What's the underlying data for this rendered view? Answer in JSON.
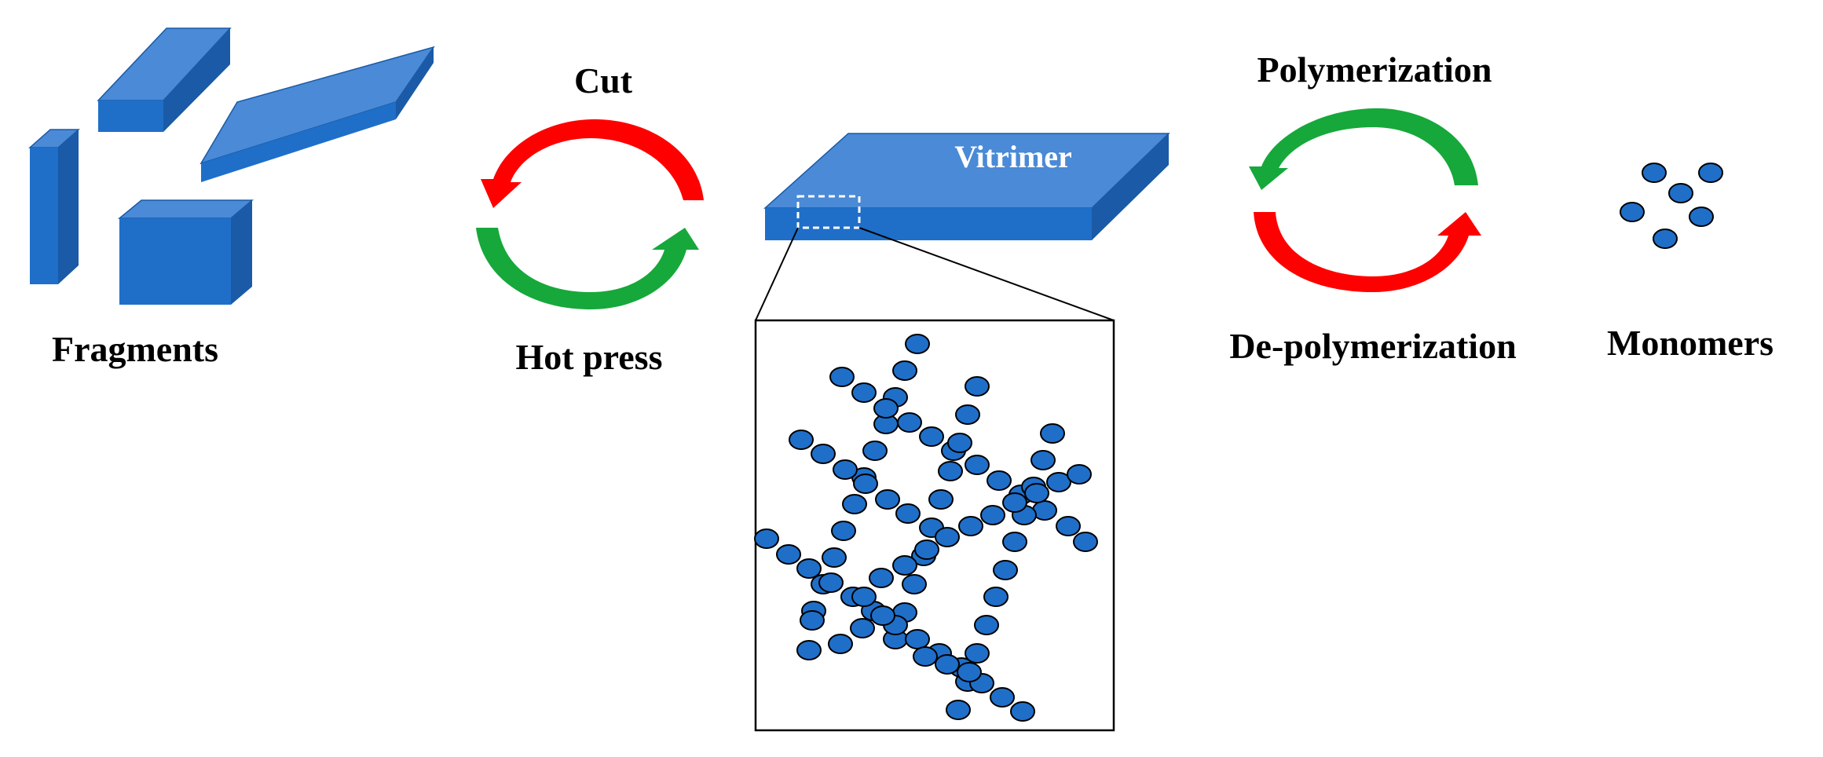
{
  "labels": {
    "fragments": "Fragments",
    "cut": "Cut",
    "hot_press": "Hot press",
    "vitrimer": "Vitrimer",
    "polymerization": "Polymerization",
    "depolymerization": "De-polymerization",
    "monomers": "Monomers"
  },
  "colors": {
    "block_front": "#1f6fc9",
    "block_top": "#4a8ad6",
    "block_side": "#1a5aa6",
    "arrow_red": "#ff0000",
    "arrow_green": "#16a83a",
    "bead": "#1f6fc9",
    "bead_outline": "#000000"
  }
}
